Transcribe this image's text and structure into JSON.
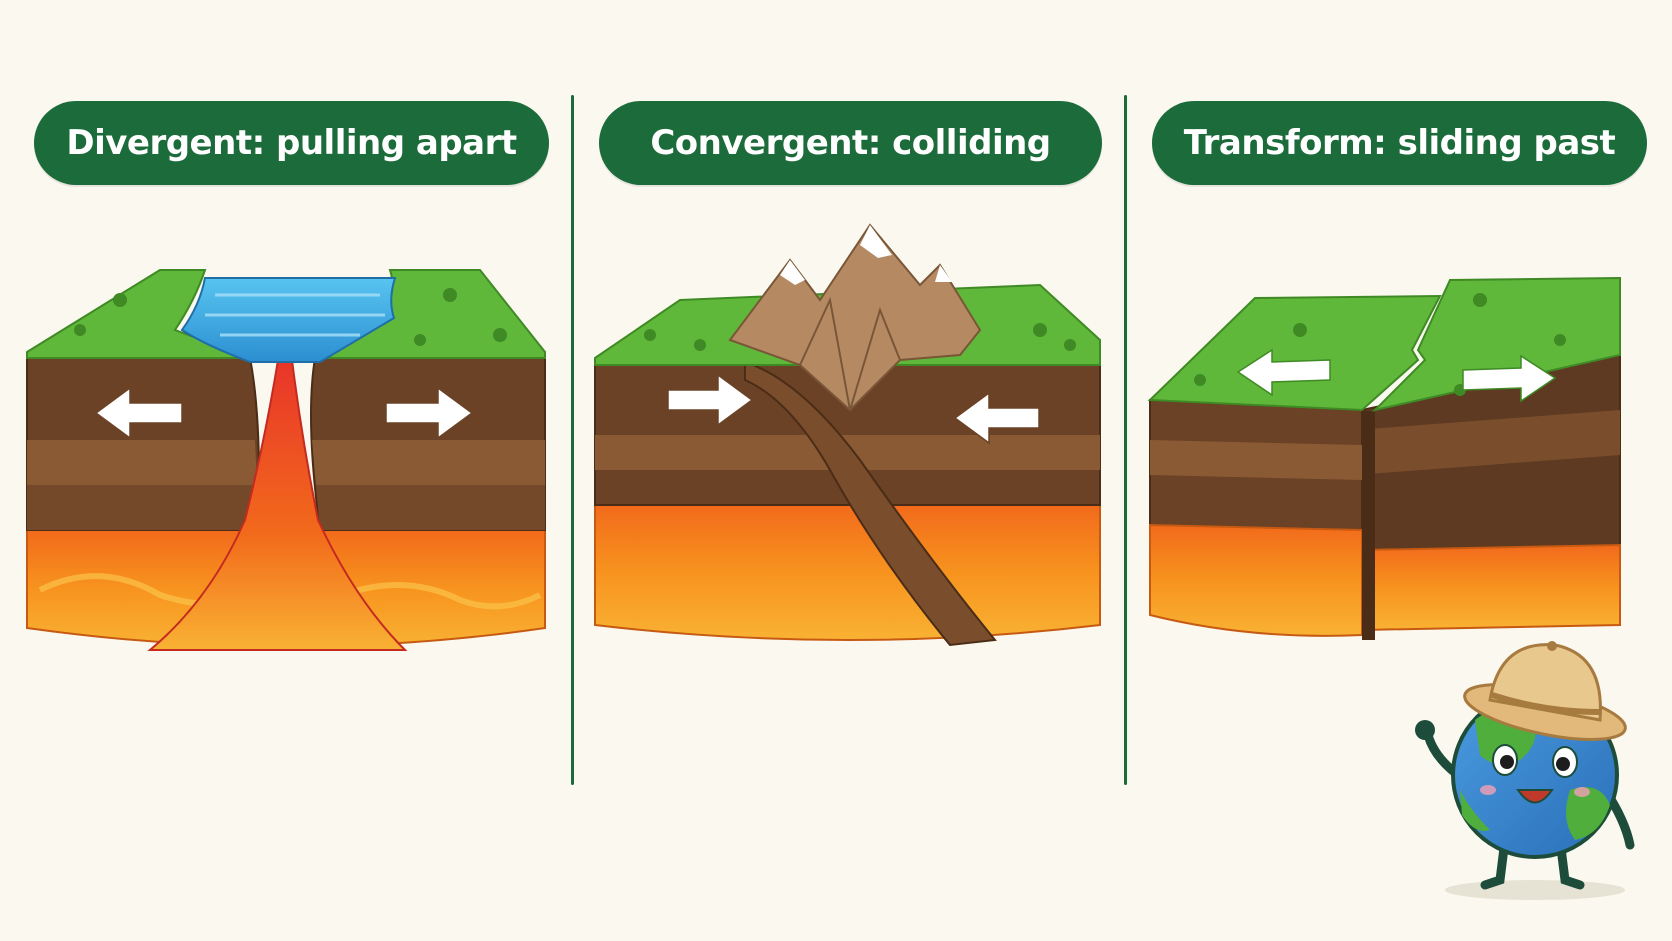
{
  "panels": [
    {
      "id": "divergent",
      "title": "Divergent: pulling apart",
      "arrows": [
        "left-arrow-icon",
        "right-arrow-icon"
      ]
    },
    {
      "id": "convergent",
      "title": "Convergent: colliding",
      "arrows": [
        "right-arrow-icon",
        "left-arrow-icon"
      ]
    },
    {
      "id": "transform",
      "title": "Transform: sliding past",
      "arrows": [
        "left-arrow-icon",
        "right-arrow-icon"
      ]
    }
  ],
  "colors": {
    "title_bg": "#1c6b3a",
    "background": "#faf8ef",
    "grass": "#5fb83a",
    "soil_dark": "#6b4226",
    "soil_mid": "#8a5a34",
    "mantle": "#f58a1e",
    "lava": "#e8352a",
    "water": "#3aa9e0",
    "mountain": "#b58a62"
  },
  "mascot": {
    "icon": "earth-mascot-icon",
    "hat": "safari-hat-icon"
  }
}
